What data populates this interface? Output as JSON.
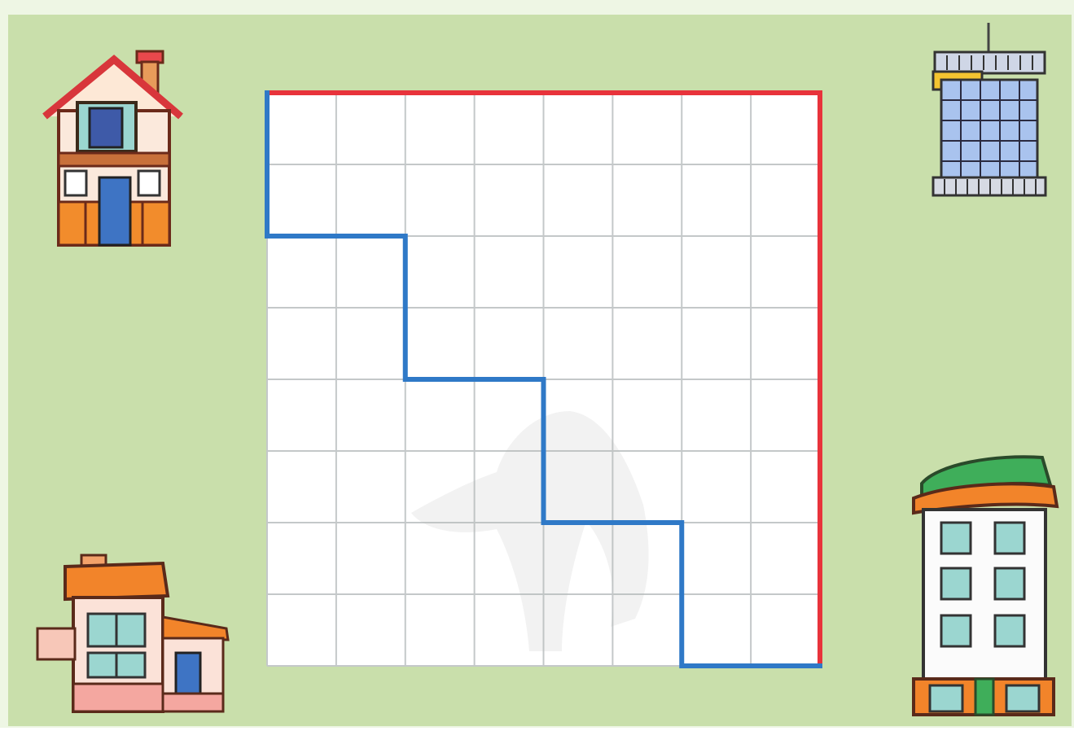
{
  "scene": {
    "title": "",
    "colors": {
      "background": "#c9dfab",
      "grid_fill": "#ffffff",
      "grid_line": "#c4c8c9",
      "route_red": "#e8333b",
      "route_blue": "#2f79c7"
    }
  },
  "grid": {
    "columns": 8,
    "rows": 8
  },
  "routes": [
    {
      "name": "red",
      "color": "#e8333b",
      "points": [
        [
          0,
          0
        ],
        [
          8,
          0
        ],
        [
          8,
          8
        ]
      ]
    },
    {
      "name": "blue",
      "color": "#2f79c7",
      "points": [
        [
          0,
          0
        ],
        [
          0,
          2
        ],
        [
          2,
          2
        ],
        [
          2,
          4
        ],
        [
          4,
          4
        ],
        [
          4,
          6
        ],
        [
          6,
          6
        ],
        [
          6,
          8
        ],
        [
          8,
          8
        ]
      ]
    }
  ],
  "buildings": [
    {
      "name": "house-top-left",
      "icon": "house-icon"
    },
    {
      "name": "office-top-right",
      "icon": "office-building-icon"
    },
    {
      "name": "house-bottom-left",
      "icon": "house-icon"
    },
    {
      "name": "tower-bottom-right",
      "icon": "apartment-tower-icon"
    }
  ]
}
